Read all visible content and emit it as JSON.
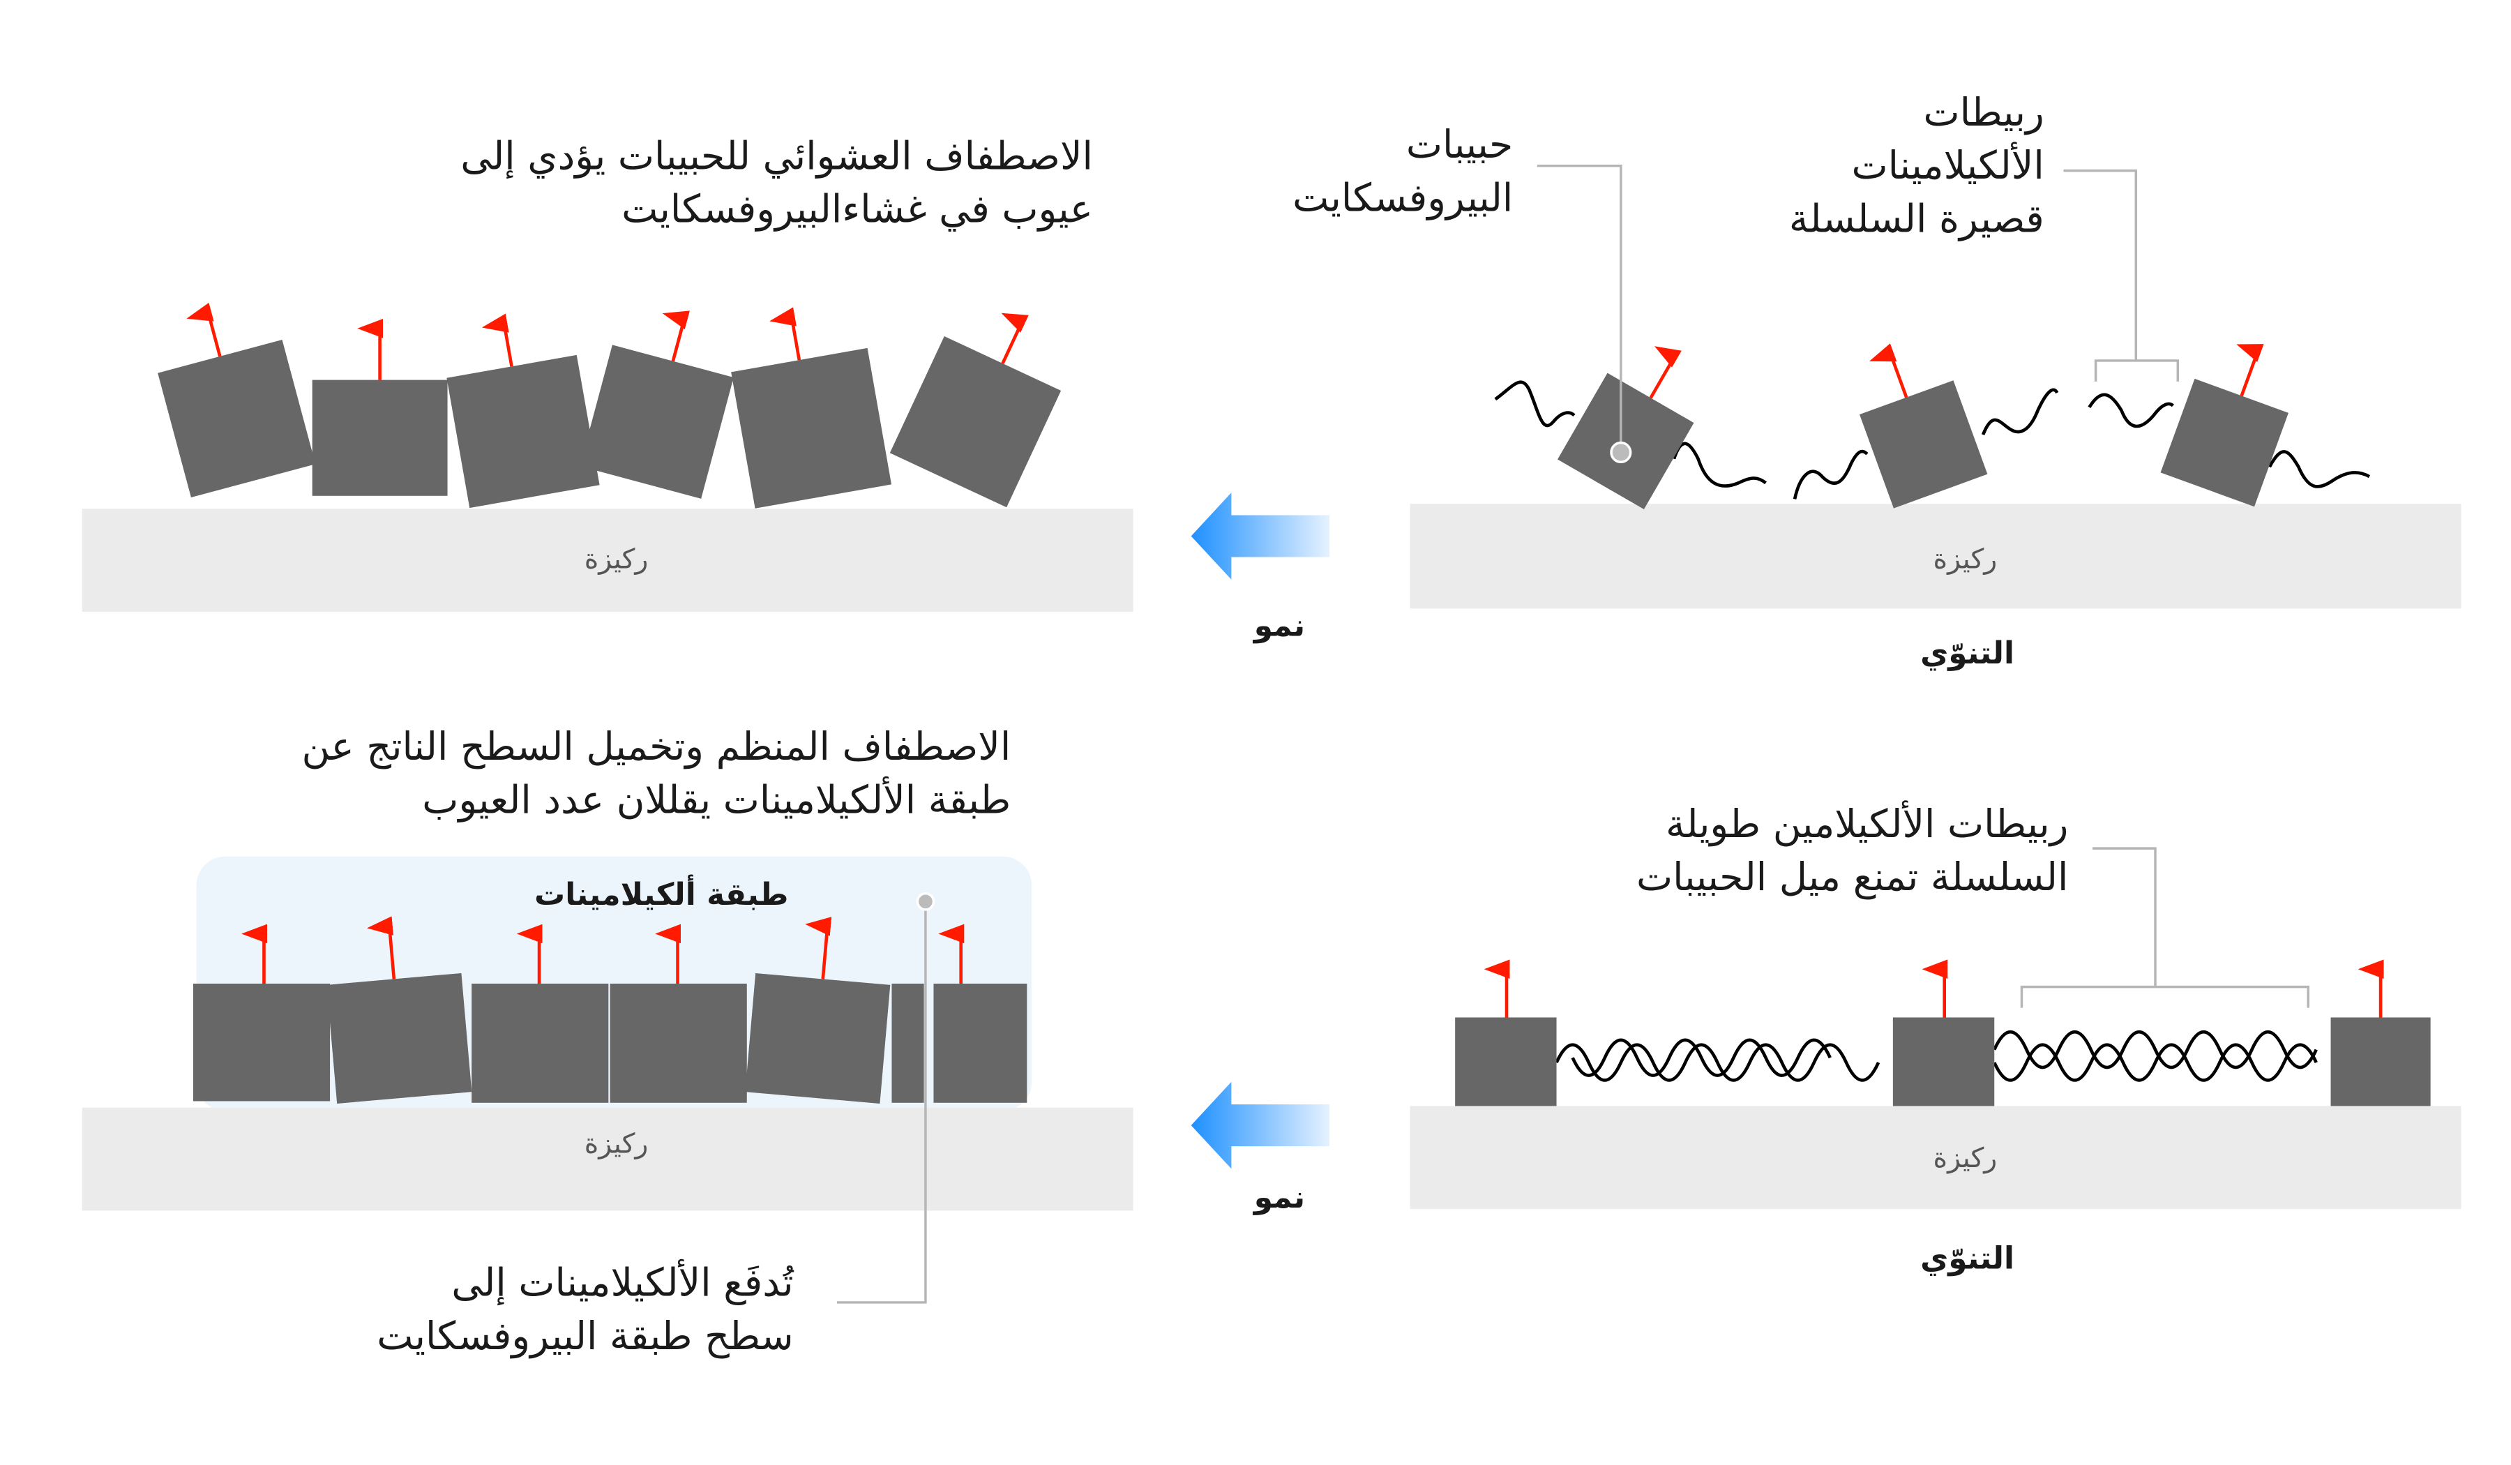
{
  "colors": {
    "grain": "#676767",
    "substrate": "#ebebeb",
    "arrow": "#ff1a00",
    "growth_arrow": "#1e90ff",
    "alkylamine_layer": "#edf5fc",
    "leader": "#b5b5b5"
  },
  "panels": {
    "top_left": {
      "title_lines": [
        "الاصطفاف العشوائي للحبيبات يؤدي إلى",
        "عيوب في غشاءالبيروفسكايت"
      ],
      "substrate": "ركيزة"
    },
    "top_right": {
      "grains_label_lines": [
        "حبيبات",
        "البيروفسكايت"
      ],
      "ligand_label_lines": [
        "ربيطات",
        "الألكيلامينات",
        "قصيرة السلسلة"
      ],
      "substrate": "ركيزة",
      "stage": "التنوّي"
    },
    "bottom_left": {
      "title_lines": [
        "الاصطفاف المنظم وتخميل السطح الناتج عن",
        "طبقة الألكيلامينات يقللان عدد العيوب"
      ],
      "layer_label": "طبقة ألكيلامينات",
      "pushed_label_lines": [
        "تُدفَع الألكيلامينات إلى",
        "سطح طبقة البيروفسكايت"
      ],
      "substrate": "ركيزة"
    },
    "bottom_right": {
      "ligand_label_lines": [
        "ربيطات الألكيلامين طويلة",
        "السلسلة تمنع ميل الحبيبات"
      ],
      "substrate": "ركيزة",
      "stage": "التنوّي"
    }
  },
  "growth_labels": [
    "نمو",
    "نمو"
  ]
}
